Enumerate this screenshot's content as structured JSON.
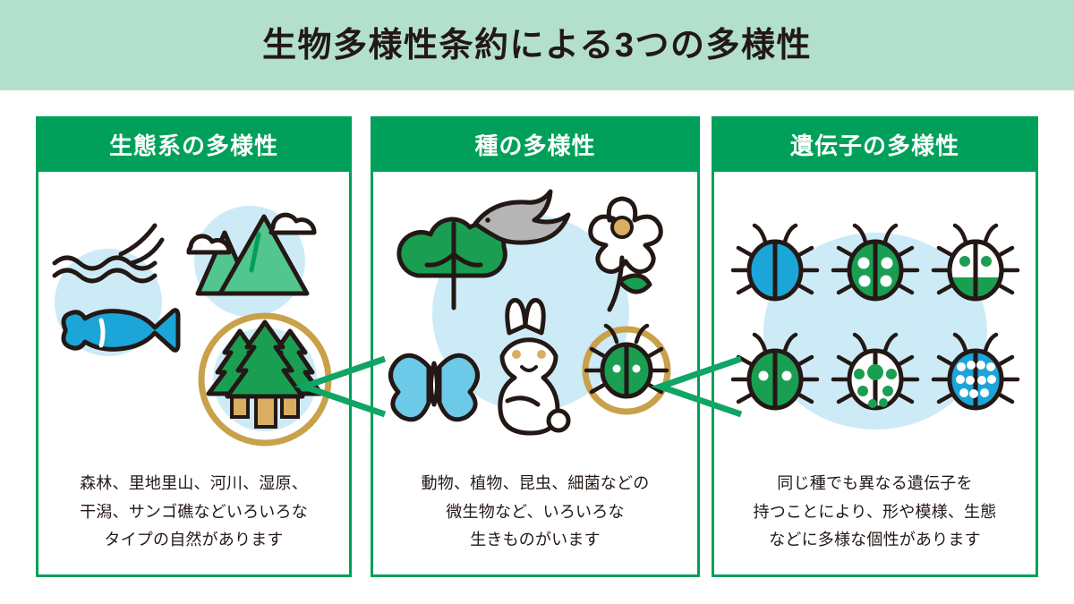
{
  "page": {
    "title": "生物多様性条約による3つの多様性",
    "band_color": "#b2e0cd",
    "accent_green": "#00a05a",
    "gold": "#c8a14a",
    "light_blue": "#cdebf7",
    "blue": "#1ba5d8",
    "text_color": "#231815"
  },
  "cards": [
    {
      "id": "ecosystem",
      "header": "生態系の多様性",
      "caption_lines": [
        "森林、里地里山、河川、湿原、",
        "干潟、サンゴ礁などいろいろな",
        "タイプの自然があります"
      ],
      "icons": [
        {
          "name": "fish-in-water-icon",
          "label": "魚と水"
        },
        {
          "name": "mountains-icon",
          "label": "山と雲"
        },
        {
          "name": "forest-icon",
          "label": "森林",
          "highlighted": true
        }
      ]
    },
    {
      "id": "species",
      "header": "種の多様性",
      "caption_lines": [
        "動物、植物、昆虫、細菌などの",
        "微生物など、いろいろな",
        "生きものがいます"
      ],
      "icons": [
        {
          "name": "tree-icon",
          "label": "木"
        },
        {
          "name": "bird-icon",
          "label": "鳥"
        },
        {
          "name": "flower-icon",
          "label": "花"
        },
        {
          "name": "butterfly-icon",
          "label": "蝶"
        },
        {
          "name": "rabbit-icon",
          "label": "うさぎ"
        },
        {
          "name": "ladybug-icon",
          "label": "てんとう虫",
          "highlighted": true
        }
      ]
    },
    {
      "id": "genetic",
      "header": "遺伝子の多様性",
      "caption_lines": [
        "同じ種でも異なる遺伝子を",
        "持つことにより、形や模様、生態",
        "などに多様な個性があります"
      ],
      "icons": [
        {
          "name": "ladybug-blue-plain-icon",
          "label": "青い無地のてんとう虫"
        },
        {
          "name": "ladybug-green-four-dots-icon",
          "label": "緑に白四点のてんとう虫"
        },
        {
          "name": "ladybug-white-green-half-icon",
          "label": "白と緑のてんとう虫"
        },
        {
          "name": "ladybug-green-two-dots-icon",
          "label": "緑に白二点のてんとう虫"
        },
        {
          "name": "ladybug-white-green-spots-icon",
          "label": "白に緑斑のてんとう虫"
        },
        {
          "name": "ladybug-blue-many-dots-icon",
          "label": "青に白多点のてんとう虫"
        }
      ]
    }
  ],
  "connectors": [
    {
      "name": "connector-ecosystem-to-species",
      "direction": "left"
    },
    {
      "name": "connector-species-to-genetic",
      "direction": "left"
    }
  ]
}
